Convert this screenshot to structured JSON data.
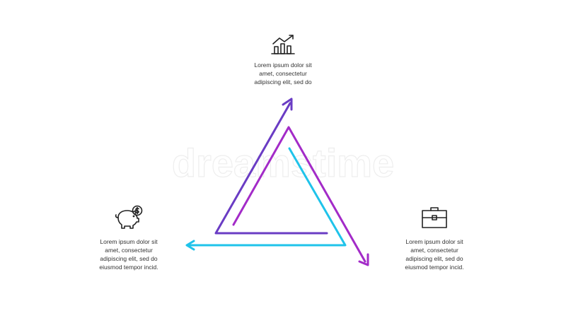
{
  "colors": {
    "purple": "#6a3cc4",
    "magenta": "#a32bc8",
    "cyan": "#1fc3ea",
    "indigo": "#5a3bcf",
    "icon": "#222222",
    "text": "#333333"
  },
  "nodes": [
    {
      "id": "top",
      "icon": "bar-chart-growth-icon",
      "lines": [
        "Lorem ipsum dolor sit",
        "amet, consectetur",
        "adipiscing elit, sed do"
      ]
    },
    {
      "id": "left",
      "icon": "piggy-bank-icon",
      "lines": [
        "Lorem ipsum dolor sit",
        "amet, consectetur",
        "adipiscing elit, sed do",
        "eiusmod tempor incid."
      ]
    },
    {
      "id": "right",
      "icon": "briefcase-icon",
      "lines": [
        "Lorem ipsum dolor sit",
        "amet, consectetur",
        "adipiscing elit, sed do",
        "eiusmod tempor incid."
      ]
    }
  ],
  "watermark": "dreamstime"
}
